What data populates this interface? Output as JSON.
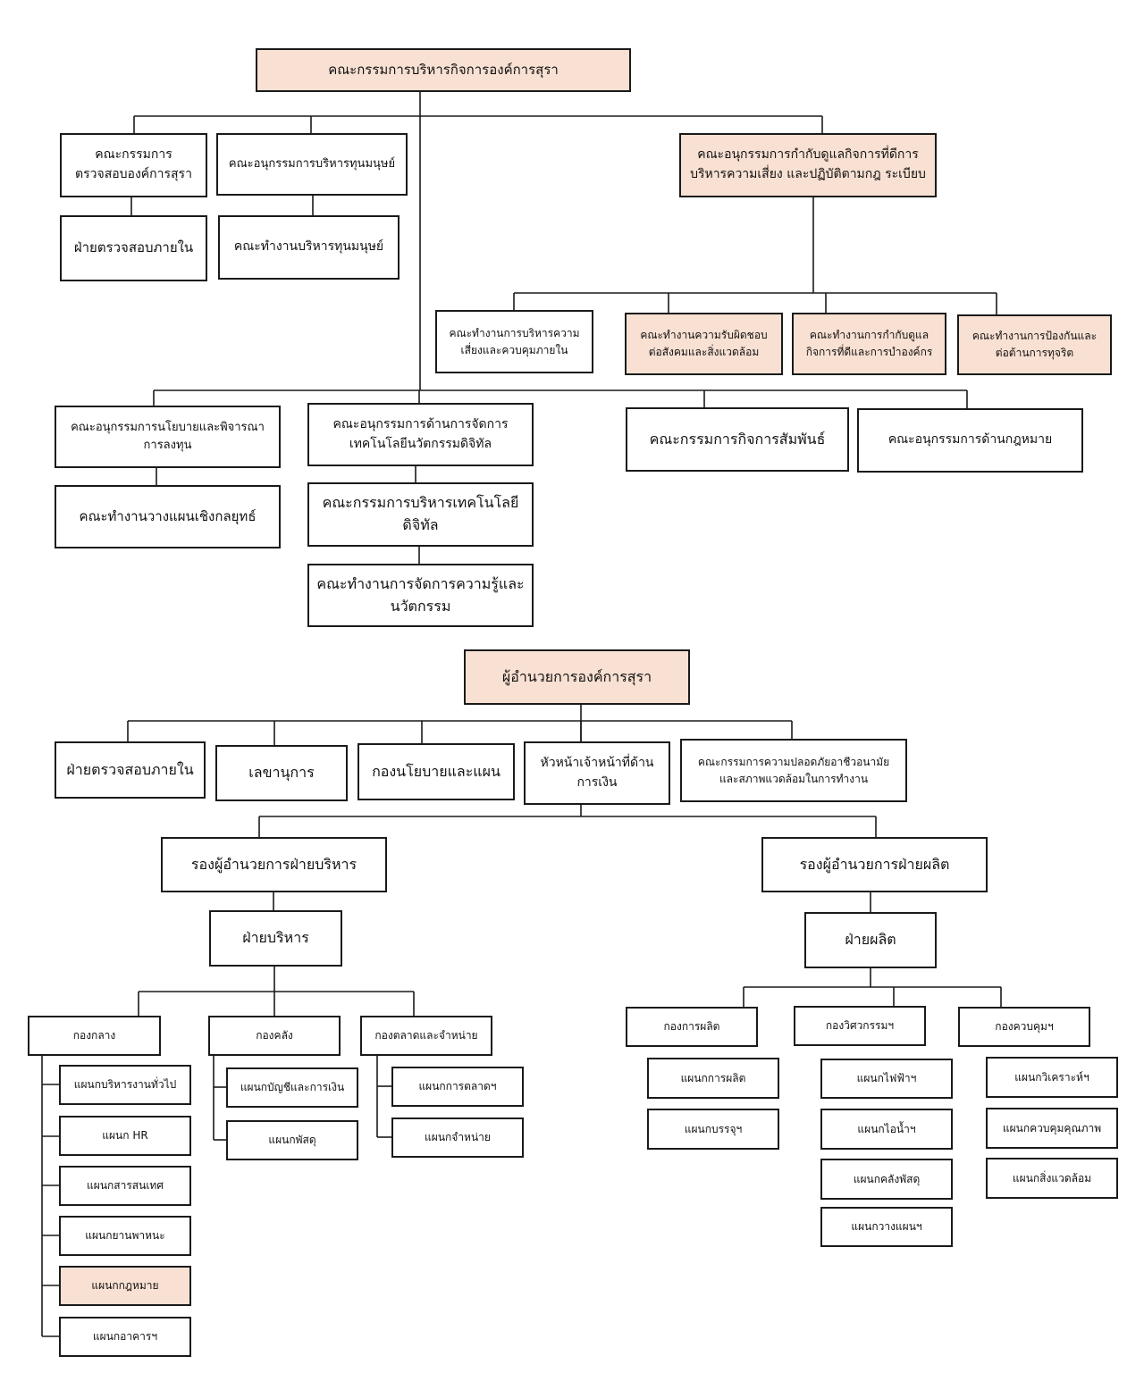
{
  "board": {
    "title": "คณะกรรมการบริหารกิจการองค์การสุรา",
    "audit_committee": "คณะกรรมการ\nตรวจสอบองค์การสุรา",
    "internal_audit": "ฝ่ายตรวจสอบภายใน",
    "hr_subcommittee": "คณะอนุกรรมการบริหารทุนมนุษย์",
    "hr_working": "คณะทำงานบริหารทุนมนุษย์",
    "governance_subcommittee": "คณะอนุกรรมการกำกับดูแลกิจการที่ดีการ\nบริหารความเสี่ยง และปฏิบัติตามกฎ ระเบียบ",
    "governance_groups": [
      "คณะทำงานการบริหารความ\nเสี่ยงและควบคุมภายใน",
      "คณะทำงานความรับผิดชอบ\nต่อสังคมและสิ่งแวดล้อม",
      "คณะทำงานการกำกับดูแล\nกิจการที่ดีและการบำองค์กร",
      "คณะทำงานการป้องกันและ\nต่อต้านการทุจริต"
    ],
    "policy_subcommittee": "คณะอนุกรรมการนโยบายและพิจารณา\nการลงทุน",
    "strategy_working": "คณะทำงานวางแผนเชิงกลยุทธ์",
    "tech_subcommittee": "คณะอนุกรรมการด้านการจัดการ\nเทคโนโลยีนวัตกรรมดิจิทัล",
    "tech_committee": "คณะกรรมการบริหารเทคโนโลยี\nดิจิทัล",
    "knowledge_working": "คณะทำงานการจัดการความรู้และ\nนวัตกรรม",
    "relations_committee": "คณะกรรมการกิจการสัมพันธ์",
    "legal_subcommittee": "คณะอนุกรรมการด้านกฎหมาย"
  },
  "director": {
    "title": "ผู้อำนวยการองค์การสุรา",
    "staff": [
      "ฝ่ายตรวจสอบภายใน",
      "เลขานุการ",
      "กองนโยบายและแผน",
      "หัวหน้าเจ้าหน้าที่ด้าน\nการเงิน",
      "คณะกรรมการความปลอดภัยอาชีวอนามัย\nและสภาพแวดล้อมในการทำงาน"
    ]
  },
  "admin_branch": {
    "deputy": "รองผู้อำนวยการฝ่ายบริหาร",
    "division": "ฝ่ายบริหาร",
    "groups": [
      {
        "name": "กองกลาง",
        "units": [
          "แผนกบริหารงานทั่วไป",
          "แผนก HR",
          "แผนกสารสนเทศ",
          "แผนกยานพาหนะ",
          "แผนกกฎหมาย",
          "แผนกอาคารฯ"
        ]
      },
      {
        "name": "กองคลัง",
        "units": [
          "แผนกบัญชีและการเงิน",
          "แผนกพัสดุ"
        ]
      },
      {
        "name": "กองตลาดและจำหน่าย",
        "units": [
          "แผนกการตลาดฯ",
          "แผนกจำหน่าย"
        ]
      }
    ]
  },
  "production_branch": {
    "deputy": "รองผู้อำนวยการฝ่ายผลิต",
    "division": "ฝ่ายผลิต",
    "groups": [
      {
        "name": "กองการผลิต",
        "units": [
          "แผนกการผลิต",
          "แผนกบรรจุฯ"
        ]
      },
      {
        "name": "กองวิศวกรรมฯ",
        "units": [
          "แผนกไฟฟ้าฯ",
          "แผนกไอน้ำฯ",
          "แผนกคลังพัสดุ",
          "แผนกวางแผนฯ"
        ]
      },
      {
        "name": "กองควบคุมฯ",
        "units": [
          "แผนกวิเคราะห์ฯ",
          "แผนกควบคุมคุณภาพ",
          "แผนกสิ่งแวดล้อม"
        ]
      }
    ]
  },
  "colors": {
    "highlight_fill": "#f8e0d2",
    "line": "#1a1a1a"
  }
}
